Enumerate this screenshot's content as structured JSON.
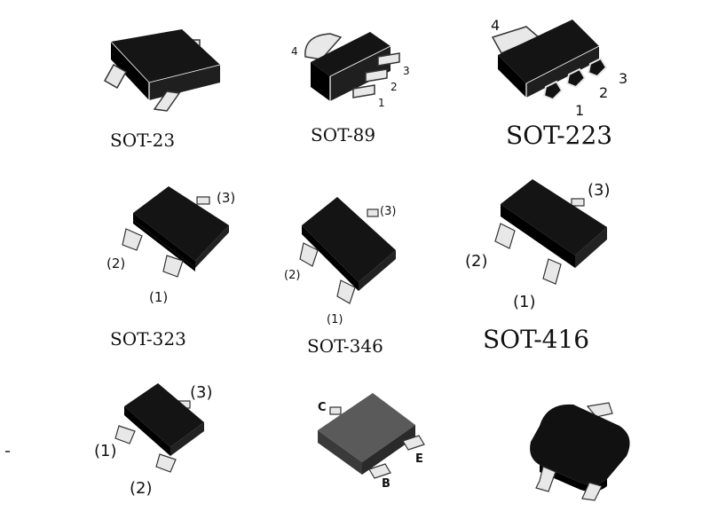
{
  "packages": [
    {
      "name": "SOT-23",
      "pins": []
    },
    {
      "name": "SOT-89",
      "pins": [
        "4",
        "3",
        "2",
        "1"
      ]
    },
    {
      "name": "SOT-223",
      "pins": [
        "4",
        "3",
        "2",
        "1"
      ]
    },
    {
      "name": "SOT-323",
      "pins": [
        "(3)",
        "(2)",
        "(1)"
      ]
    },
    {
      "name": "SOT-346",
      "pins": [
        "(3)",
        "(2)",
        "(1)"
      ]
    },
    {
      "name": "SOT-416",
      "pins": [
        "(3)",
        "(2)",
        "(1)"
      ]
    },
    {
      "name": "",
      "pins": [
        "(3)",
        "(1)",
        "(2)"
      ]
    },
    {
      "name": "",
      "pins": [
        "C",
        "E",
        "B"
      ]
    },
    {
      "name": "",
      "pins": []
    }
  ],
  "colors": {
    "body": "#111111",
    "lead": "#e8e8e8",
    "lead_stroke": "#333333",
    "body_gray": "#4a4a4a"
  }
}
